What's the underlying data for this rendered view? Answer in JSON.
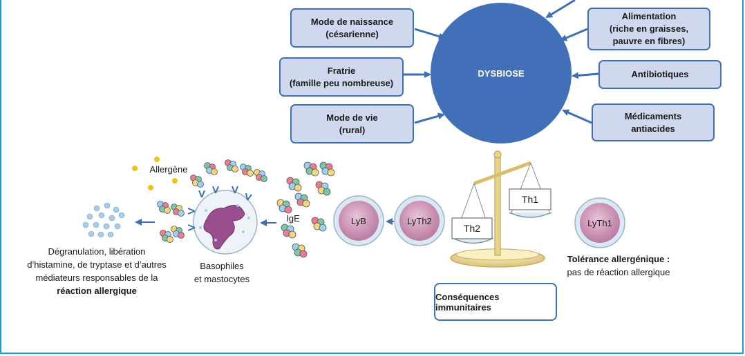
{
  "center": {
    "label": "DYSBIOSE"
  },
  "factors_left": [
    {
      "line1": "Mode de naissance",
      "line2": "(césarienne)"
    },
    {
      "line1": "Fratrie",
      "line2": "(famille peu nombreuse)"
    },
    {
      "line1": "Mode de vie",
      "line2": "(rural)"
    }
  ],
  "factors_right": [
    {
      "line1": "Alimentation",
      "line2": "(riche en graisses,",
      "line3": "pauvre en fibres)"
    },
    {
      "line1": "Antibiotiques"
    },
    {
      "line1": "Médicaments",
      "line2": "antiacides"
    }
  ],
  "cells": {
    "lyb": "LyB",
    "lyth2": "LyTh2",
    "lyth1": "LyTh1",
    "ige": "IgE",
    "allergen": "Allergène"
  },
  "scale": {
    "left": "Th2",
    "right": "Th1"
  },
  "basophiles": {
    "line1": "Basophiles",
    "line2": "et mastocytes"
  },
  "degranulation": {
    "line1": "Dégranulation, libération",
    "line2": "d’histamine, de tryptase et d’autres",
    "line3": "médiateurs responsables de la",
    "line4": "réaction allergique"
  },
  "tolerance": {
    "title": "Tolérance allergénique :",
    "text": "pas de réaction allergique"
  },
  "consequences": "Conséquences immunitaires",
  "colors": {
    "box_fill": "#cfd8ef",
    "box_border": "#3f6fb6",
    "dysbiosis": "#4170b8",
    "arrow": "#3d6fb5",
    "cell_fill": "#c98fb1",
    "frame": "#1f9bd7"
  }
}
